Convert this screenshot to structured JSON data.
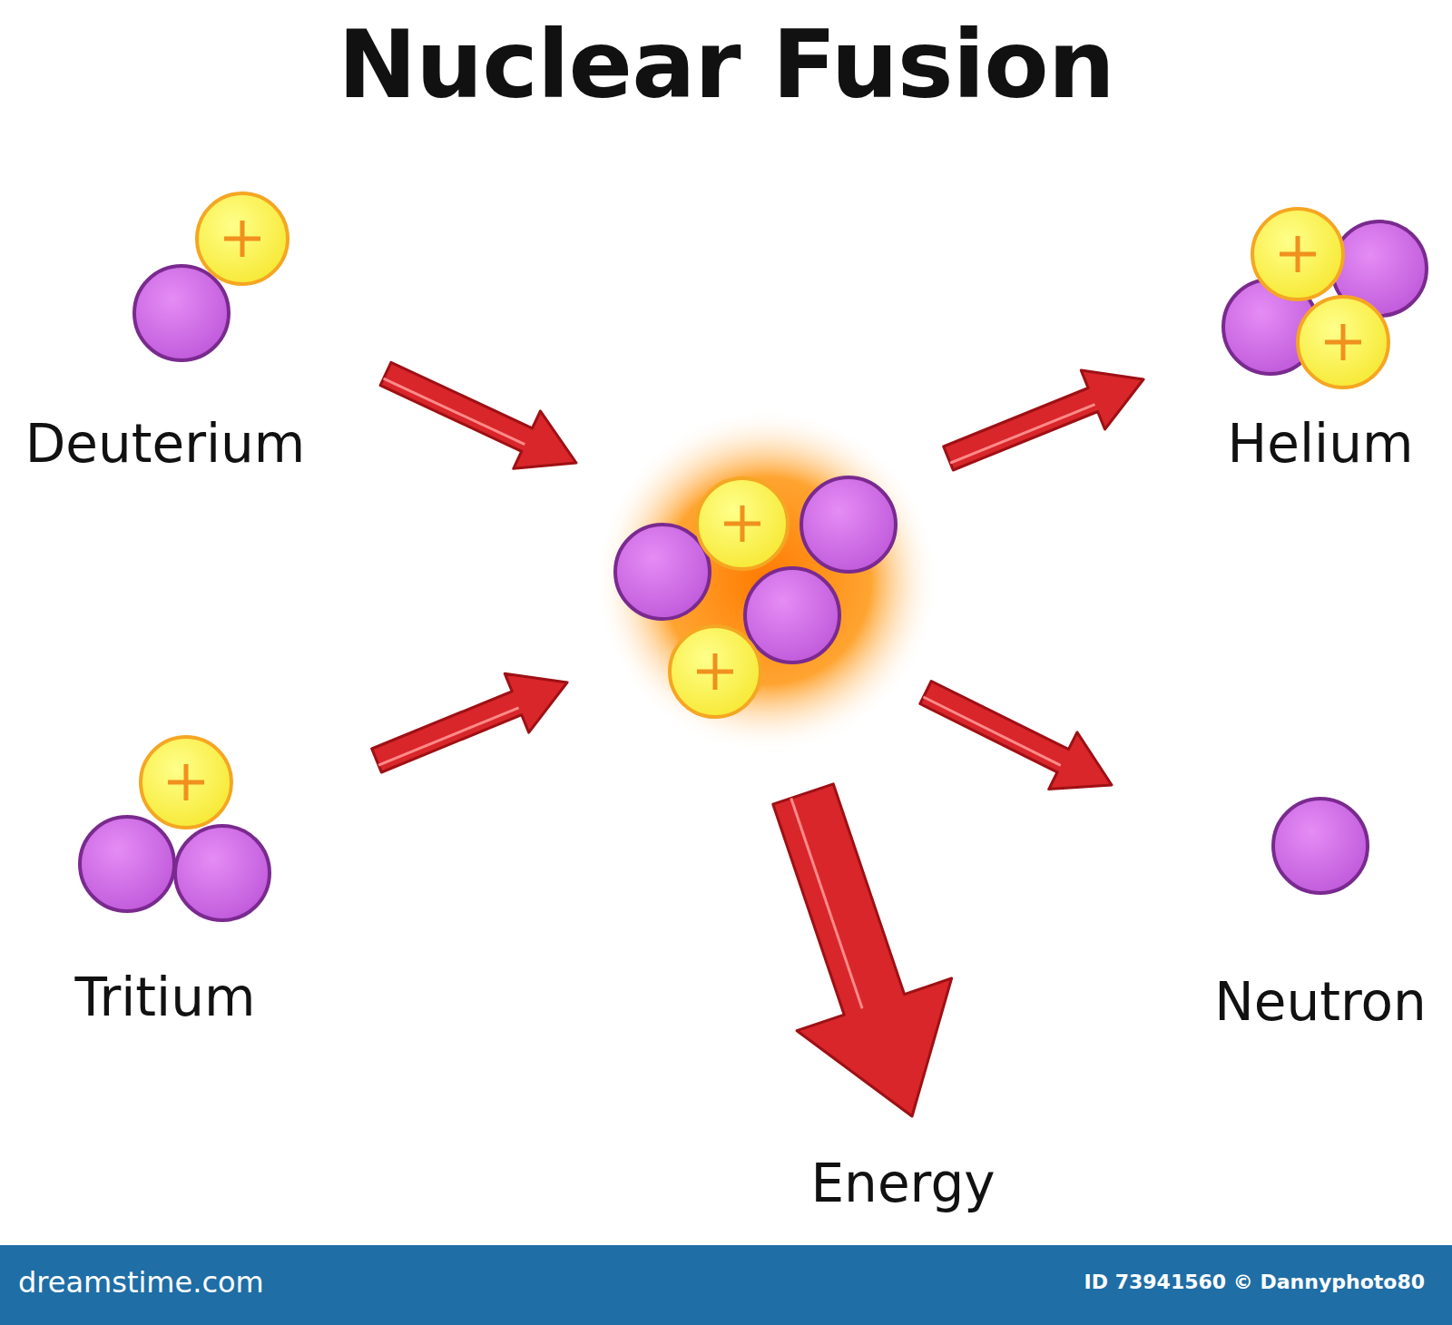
{
  "diagram": {
    "title": "Nuclear Fusion",
    "labels": [
      "Deuterium",
      "Tritium",
      "Helium",
      "Neutron",
      "Energy",
      "dreamstime.com",
      "ID 73941560 © Dannyphoto80"
    ]
  }
}
